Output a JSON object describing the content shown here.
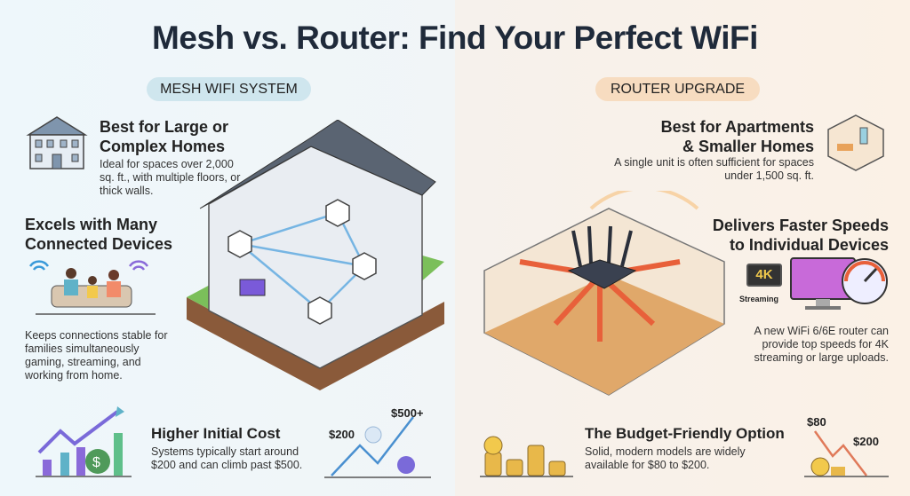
{
  "title": "Mesh vs. Router: Find Your Perfect WiFi",
  "mesh": {
    "label": "MESH WIFI SYSTEM",
    "accent": "#cfe6ee",
    "f1": {
      "title_line1": "Best for Large or",
      "title_line2": "Complex Homes",
      "text": "Ideal for spaces over 2,000 sq. ft., with multiple floors, or thick walls."
    },
    "f2": {
      "title_line1": "Excels with Many",
      "title_line2": "Connected Devices",
      "text": "Keeps connections stable for families simultaneously gaming, streaming, and working from home."
    },
    "f3": {
      "title": "Higher Initial Cost",
      "text": "Systems typically start around $200 and can climb past $500.",
      "price_low": "$200",
      "price_high": "$500+"
    }
  },
  "router": {
    "label": "ROUTER UPGRADE",
    "accent": "#f7dcc0",
    "f1": {
      "title_line1": "Best for Apartments",
      "title_line2": "& Smaller Homes",
      "text": "A single unit is often sufficient for spaces under 1,500 sq. ft."
    },
    "f2": {
      "title_line1": "Delivers Faster Speeds",
      "title_line2": "to Individual Devices",
      "badge": "4K",
      "badge_caption": "Streaming",
      "text": "A new WiFi 6/6E router can provide top speeds for 4K streaming or large uploads."
    },
    "f3": {
      "title": "The Budget-Friendly Option",
      "text": "Solid, modern models are widely available for $80 to $200.",
      "price_low": "$80",
      "price_high": "$200"
    }
  }
}
